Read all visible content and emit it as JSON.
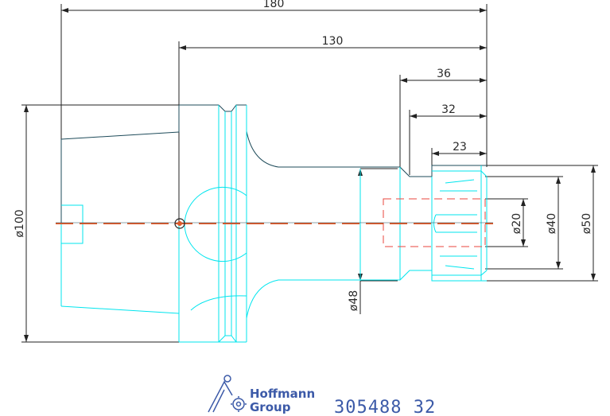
{
  "drawing": {
    "dimensions": {
      "overall_length": "180",
      "gauge_length": "130",
      "length_36": "36",
      "length_32": "32",
      "length_23": "23",
      "diameter_100": "ø100",
      "diameter_48": "ø48",
      "diameter_20": "ø20",
      "diameter_40": "ø40",
      "diameter_50": "ø50"
    },
    "colors": {
      "outline": "#1e4b5a",
      "holder": "#00e5ee",
      "dimension": "#222222",
      "centerline": "#e05a2b",
      "hidden": "#e8453c",
      "brand": "#3c5aa8"
    }
  },
  "footer": {
    "brand_line1": "Hoffmann",
    "brand_line2": "Group",
    "part_number": "305488  32"
  }
}
